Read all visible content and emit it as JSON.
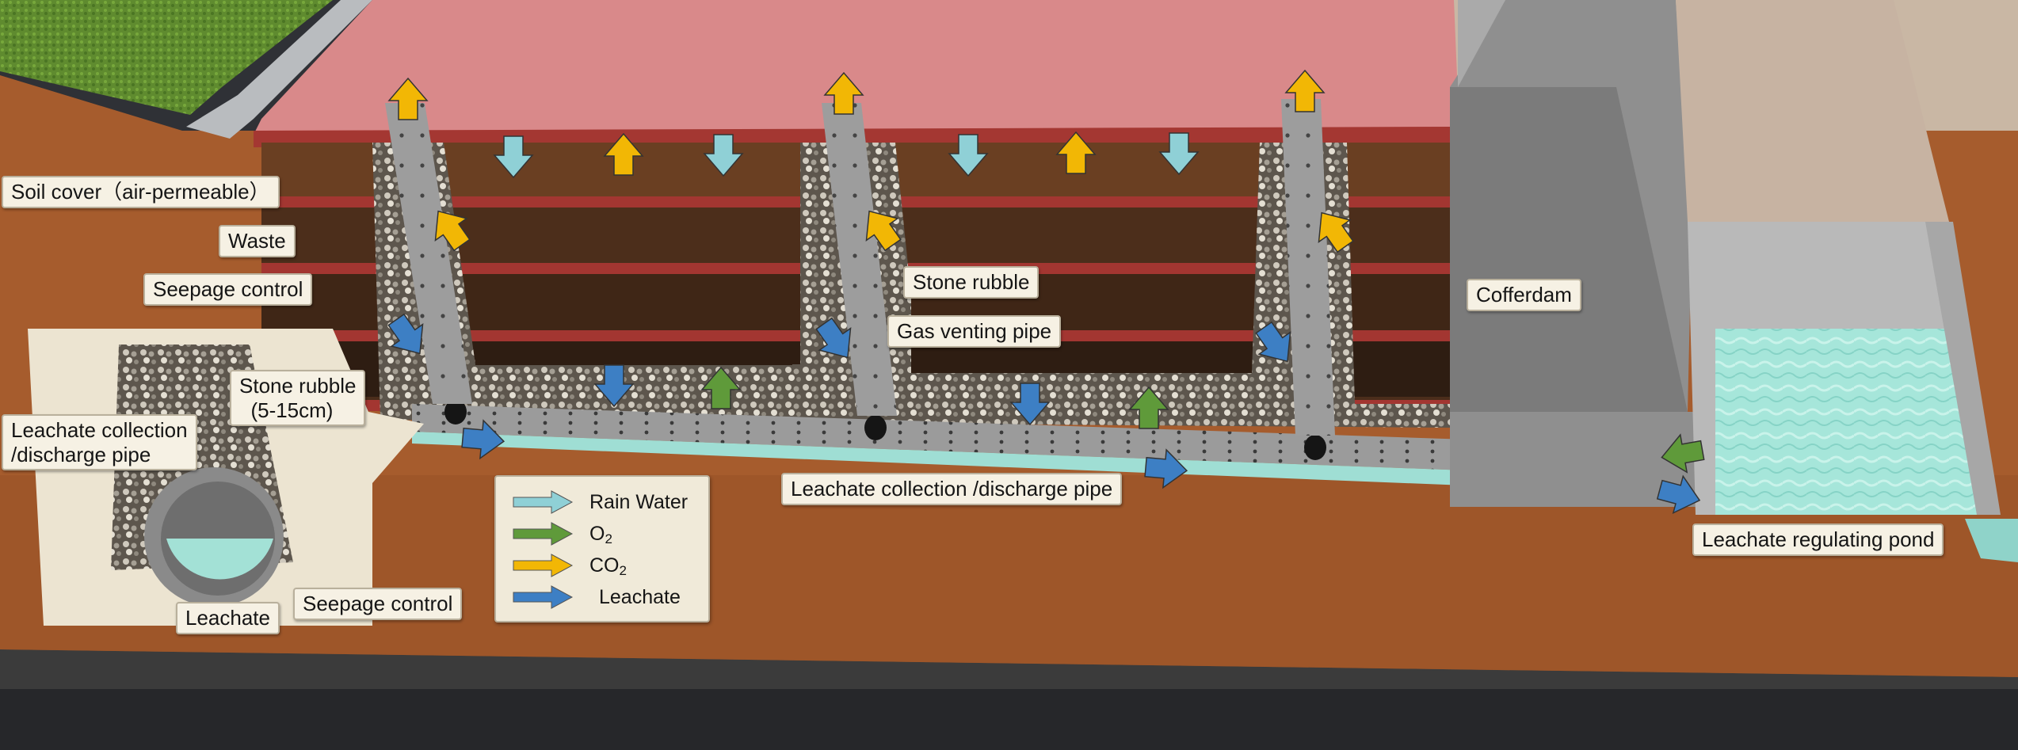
{
  "labels": {
    "soil_cover": "Soil cover（air-permeable）",
    "waste": "Waste",
    "seepage_control_upper": "Seepage control",
    "stone_rubble_inset": "Stone rubble\n  (5-15cm)",
    "leachate_pipe_inset": "Leachate collection\n/discharge pipe",
    "leachate_inset": "Leachate",
    "seepage_control_lower": "Seepage control",
    "stone_rubble": "Stone rubble",
    "gas_venting_pipe": "Gas venting pipe",
    "cofferdam": "Cofferdam",
    "leachate_pipe_main": "Leachate collection /discharge pipe",
    "regulating_pond": "Leachate regulating pond"
  },
  "legend": {
    "items": [
      {
        "key": "rain",
        "label": "Rain Water",
        "color": "#8fd0d6"
      },
      {
        "key": "o2",
        "label": "O",
        "sub": "2",
        "color": "#5f9a3a"
      },
      {
        "key": "co2",
        "label": "CO",
        "sub": "2",
        "color": "#f2b705"
      },
      {
        "key": "leachate",
        "label": "Leachate",
        "color": "#3d7fc4"
      }
    ]
  },
  "colors": {
    "rain": "#8fd0d6",
    "o2": "#5f9a3a",
    "co2": "#f2b705",
    "leachate": "#3d7fc4",
    "soil": "#a0582b",
    "top_surface": "#d98a86",
    "waste": "#4a2c1a",
    "seepage_red": "#9e2e2a",
    "concrete": "#8e8e8e",
    "water": "#9fe0d6"
  }
}
